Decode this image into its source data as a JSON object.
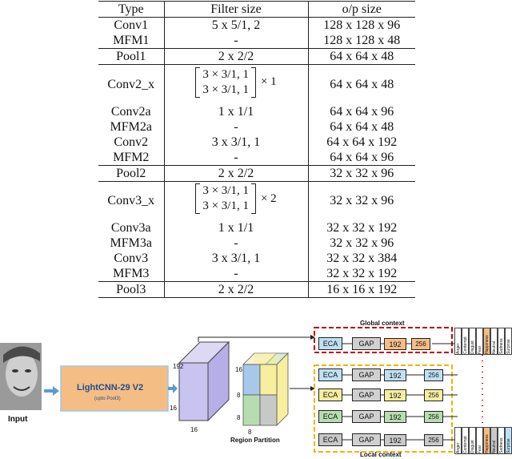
{
  "table": {
    "headers": [
      "Type",
      "Filter size",
      "o/p size"
    ],
    "rows": [
      {
        "type": "Conv1",
        "filter": "5 x 5/1, 2",
        "out": "128 x 128 x 96"
      },
      {
        "type": "MFM1",
        "filter": "-",
        "out": "128 x 128 x 48"
      },
      {
        "type": "Pool1",
        "filter": "2 x 2/2",
        "out": "64 x 64 x 48"
      },
      {
        "type": "Conv2_x",
        "matrix_row1": "3 × 3/1,    1",
        "matrix_row2": "3 × 3/1,    1",
        "mult": "× 1",
        "out": "64 x 64 x 48"
      },
      {
        "type": "Conv2a",
        "filter": "1 x 1/1",
        "out": "64 x 64 x 96"
      },
      {
        "type": "MFM2a",
        "filter": "-",
        "out": "64 x 64 x 48"
      },
      {
        "type": "Conv2",
        "filter": "3 x 3/1, 1",
        "out": "64 x 64 x 192"
      },
      {
        "type": "MFM2",
        "filter": "-",
        "out": "64 x 64 x 96"
      },
      {
        "type": "Pool2",
        "filter": "2 x 2/2",
        "out": "32 x 32 x 96"
      },
      {
        "type": "Conv3_x",
        "matrix_row1": "3 × 3/1,    1",
        "matrix_row2": "3 × 3/1,    1",
        "mult": "× 2",
        "out": "32 x 32 x 96"
      },
      {
        "type": "Conv3a",
        "filter": "1 x 1/1",
        "out": "32 x 32 x 192"
      },
      {
        "type": "MFM3a",
        "filter": "-",
        "out": "32 x 32 x 96"
      },
      {
        "type": "Conv3",
        "filter": "3 x 3/1, 1",
        "out": "32 x 32 x 384"
      },
      {
        "type": "MFM3",
        "filter": "-",
        "out": "32 x 32 x 192"
      },
      {
        "type": "Pool3",
        "filter": "2 x 2/2",
        "out": "16 x 16 x 192"
      }
    ]
  },
  "figure": {
    "input_label": "Input",
    "backbone_label": "LightCNN-29 V2",
    "backbone_sub": "(upto Pool3)",
    "cube_dims": {
      "height": "192",
      "depth": "16",
      "width": "16"
    },
    "partition_dims": {
      "top": "16",
      "mid": "8",
      "low": "8",
      "bottom": "8"
    },
    "region_partition_label": "Region Partition",
    "global_context_label": "Global context",
    "local_context_label": "Local context",
    "blocks": {
      "eca": "ECA",
      "gap": "GAP",
      "b192": "192",
      "b256": "256"
    },
    "emotions": [
      "Anger",
      "Contempt",
      "Disgust",
      "Fear",
      "Happiness",
      "Neutral",
      "Sadness",
      "Surprise"
    ],
    "colors": {
      "global_border": "#c00000",
      "local_border": "#f0b400",
      "backbone_fill": "#f4bd84",
      "backbone_text": "#1f4e8c",
      "arrow": "#5b9bd5",
      "cube": "#c9c3ef",
      "region_blue": "#a8c8ea",
      "region_yellow": "#f7ee9e",
      "region_green": "#b7dcb0",
      "region_gray": "#c8c8c8"
    }
  }
}
